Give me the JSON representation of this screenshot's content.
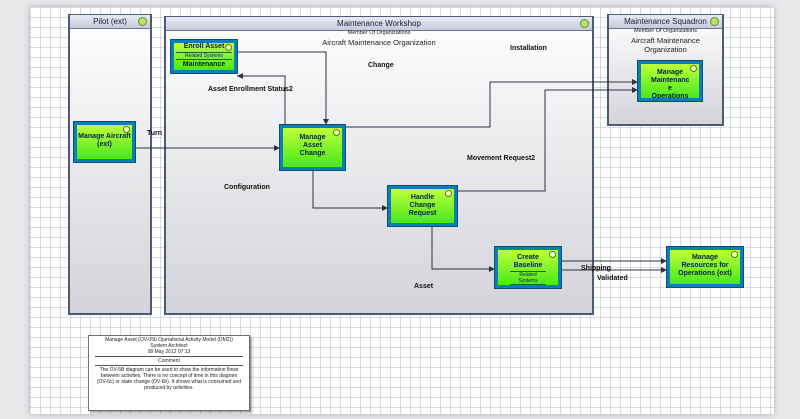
{
  "lanes": {
    "pilot": {
      "title": "Pilot (ext)"
    },
    "workshop": {
      "title": "Maintenance Workshop",
      "member_label": "Member Of Organizations",
      "organization": "Aircraft Maintenance Organization"
    },
    "squadron": {
      "title": "Maintenance Squadron",
      "member_label": "Member Of Organizations",
      "organization": "Aircraft Maintenance Organization"
    }
  },
  "activities": {
    "enroll_asset": {
      "title": "Enroll Asset",
      "tag": "Related Systems",
      "body": "Maintenance"
    },
    "manage_aircraft": {
      "title": "Manage Aircraft (ext)"
    },
    "manage_asset_change": {
      "title": "Manage Asset Change"
    },
    "handle_change_request": {
      "title": "Handle Change Request"
    },
    "create_baseline": {
      "title": "Create Baseline",
      "tag": "Related Systems"
    },
    "manage_maintenance_ops": {
      "title": "Manage Maintenanc e Operations"
    },
    "manage_resources": {
      "title": "Manage Resources for Operations (ext)"
    }
  },
  "flow_labels": {
    "turn": "Turn",
    "asset_enrollment_status": "Asset Enrollment Status2",
    "change": "Change",
    "installation": "Installation",
    "configuration": "Configuration",
    "movement_request": "Movement Request2",
    "shipping": "Shipping",
    "validated": "Validated",
    "asset": "Asset"
  },
  "comment": {
    "title": "Manage Asset (OV-05b Operational Activity Model (DM2))",
    "author": "System Architect",
    "date": "08 May 2012 07:13",
    "section": "Comment",
    "text": "The OV-5B diagram can be used to show the information flows between activities. There is no concept of time in this diagram (OV-6c) or state change (OV-6b). It shows what is consumed and produced by activities."
  },
  "colors": {
    "activity_fill_top": "#bfff3a",
    "activity_fill_bottom": "#48e81a",
    "activity_border": "#0e7fb6",
    "lane_border": "#4d5a78",
    "flow_line": "#2c3346"
  }
}
